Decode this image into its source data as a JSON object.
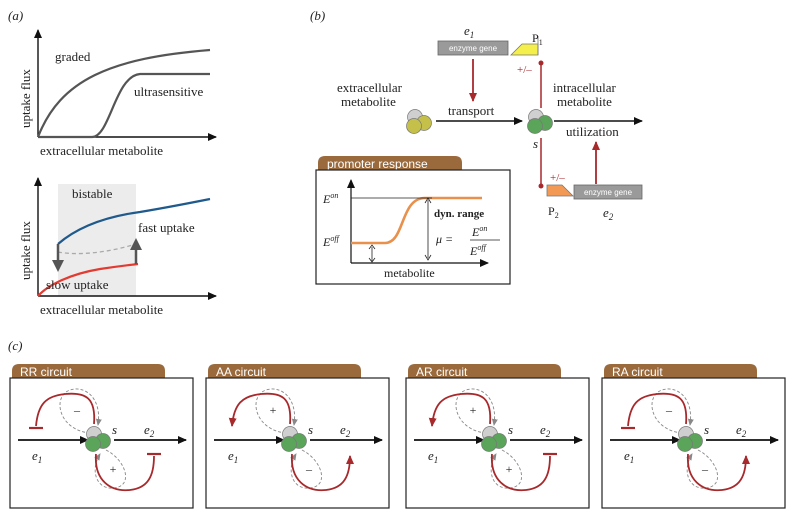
{
  "panel_a": {
    "label": "(a)",
    "top": {
      "ylabel": "uptake flux",
      "xlabel": "extracellular metabolite",
      "curve_graded": "graded",
      "curve_ultra": "ultrasensitive"
    },
    "bottom": {
      "ylabel": "uptake flux",
      "xlabel": "extracellular metabolite",
      "region": "bistable",
      "fast": "fast uptake",
      "slow": "slow uptake"
    }
  },
  "panel_b": {
    "label": "(b)",
    "e1_pre": "e",
    "e1_sub": "1",
    "e2_pre": "e",
    "e2_sub": "2",
    "gene_label_1": "enzyme gene",
    "gene_label_2": "enzyme gene",
    "p1_pre": "P",
    "p1_sub": "1",
    "p2_pre": "P",
    "p2_sub": "2",
    "sign_top": "+/–",
    "sign_bottom": "+/–",
    "extracellular_line1": "extracellular",
    "extracellular_line2": "metabolite",
    "transport": "transport",
    "s_label": "s",
    "intracellular_line1": "intracellular",
    "intracellular_line2": "metabolite",
    "utilization": "utilization",
    "promoter": {
      "title": "promoter response",
      "eon_base": "E",
      "eon_sup": "on",
      "eoff_base": "E",
      "eoff_sup": "off",
      "dyn_range": "dyn. range",
      "mu": "μ =",
      "frac_num_base": "E",
      "frac_num_sup": "on",
      "frac_den_base": "E",
      "frac_den_sup": "off",
      "xlabel": "metabolite"
    }
  },
  "panel_c": {
    "label": "(c)",
    "circuits": [
      {
        "title": "RR circuit",
        "top_sign": "–",
        "bottom_sign": "+"
      },
      {
        "title": "AA circuit",
        "top_sign": "+",
        "bottom_sign": "–"
      },
      {
        "title": "AR circuit",
        "top_sign": "+",
        "bottom_sign": "+"
      },
      {
        "title": "RA circuit",
        "top_sign": "–",
        "bottom_sign": "–"
      }
    ],
    "s_label": "s",
    "e1_pre": "e",
    "e1_sub": "1",
    "e2_pre": "e",
    "e2_sub": "2"
  },
  "colors": {
    "dark_gray": "#555555",
    "red_curve": "#e23b32",
    "blue_curve": "#1f5a8c",
    "brown_header": "#9a6a3c",
    "orange_curve": "#e8904c",
    "dark_red_arrow": "#a8292c",
    "gene_box": "#9a9a9a",
    "promoter_p1": "#f4ef4a",
    "promoter_p2": "#f29a55",
    "molecule_green": "#5aa55a",
    "molecule_olive": "#c4c04a",
    "molecule_gray": "#cfcfcf",
    "bistable_bg": "#ececec"
  }
}
